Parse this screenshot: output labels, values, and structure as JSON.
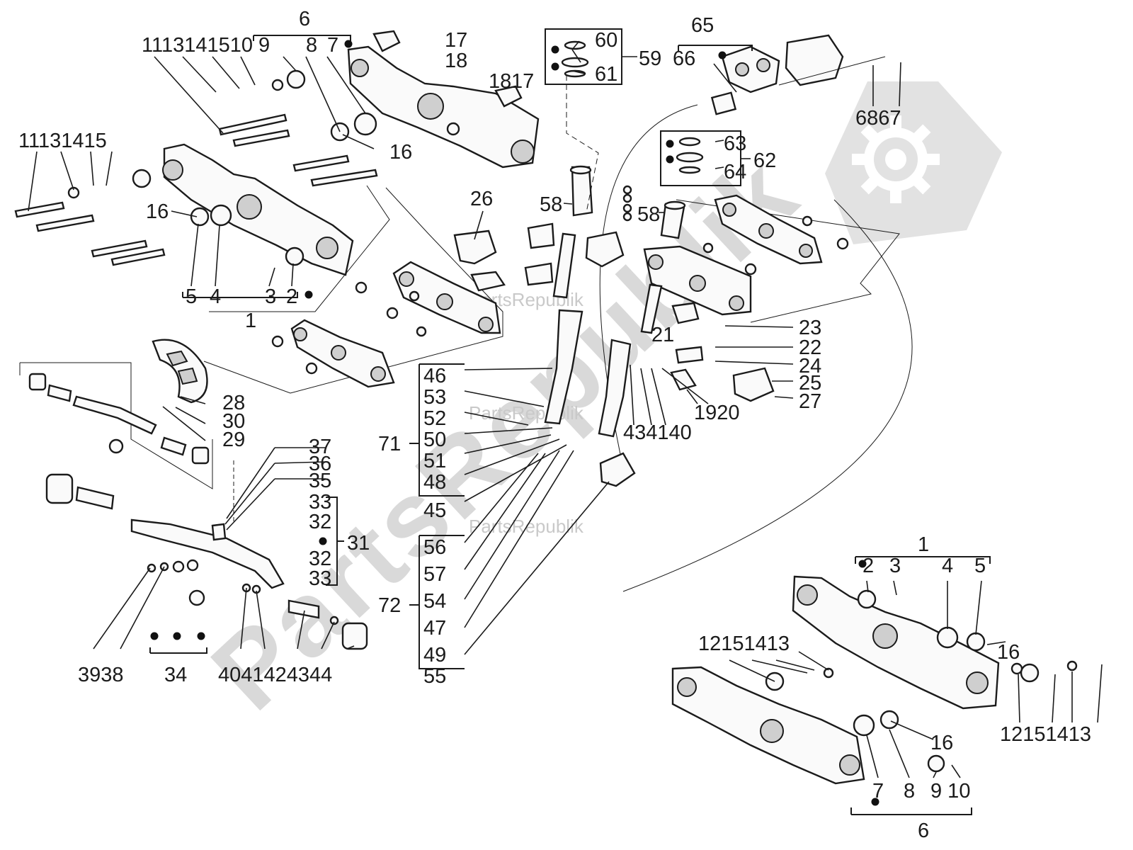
{
  "watermark": {
    "brand_diagonal": "PartsRepublik",
    "brand_small": [
      "PartsRepublik",
      "PartsRepublik",
      "PartsRepublik"
    ]
  },
  "labels": [
    {
      "id": "l6a",
      "text": "6"
    },
    {
      "id": "l11a",
      "text": "1113141510 9"
    },
    {
      "id": "l8a",
      "text": "8"
    },
    {
      "id": "l7a",
      "text": "7"
    },
    {
      "id": "l17a",
      "text": "17"
    },
    {
      "id": "l18a",
      "text": "18"
    },
    {
      "id": "l18b",
      "text": "18"
    },
    {
      "id": "l17b",
      "text": "17"
    },
    {
      "id": "l16a",
      "text": "16"
    },
    {
      "id": "l11b",
      "text": "11131415"
    },
    {
      "id": "l16b",
      "text": "16"
    },
    {
      "id": "l5a",
      "text": "5"
    },
    {
      "id": "l4a",
      "text": "4"
    },
    {
      "id": "l3a",
      "text": "3"
    },
    {
      "id": "l2a",
      "text": "2"
    },
    {
      "id": "l1a",
      "text": "1"
    },
    {
      "id": "l60",
      "text": "60"
    },
    {
      "id": "l61",
      "text": "61"
    },
    {
      "id": "l59",
      "text": "59"
    },
    {
      "id": "l65",
      "text": "65"
    },
    {
      "id": "l66",
      "text": "66"
    },
    {
      "id": "l68",
      "text": "6867"
    },
    {
      "id": "l63",
      "text": "63"
    },
    {
      "id": "l64",
      "text": "64"
    },
    {
      "id": "l62",
      "text": "62"
    },
    {
      "id": "l26",
      "text": "26"
    },
    {
      "id": "l58a",
      "text": "58"
    },
    {
      "id": "l58b",
      "text": "58"
    },
    {
      "id": "l21",
      "text": "21"
    },
    {
      "id": "l23",
      "text": "23"
    },
    {
      "id": "l22",
      "text": "22"
    },
    {
      "id": "l24",
      "text": "24"
    },
    {
      "id": "l25",
      "text": "25"
    },
    {
      "id": "l1920",
      "text": "1920"
    },
    {
      "id": "l27",
      "text": "27"
    },
    {
      "id": "l434140",
      "text": "434140"
    },
    {
      "id": "l28",
      "text": "28"
    },
    {
      "id": "l30",
      "text": "30"
    },
    {
      "id": "l29",
      "text": "29"
    },
    {
      "id": "l46",
      "text": "46"
    },
    {
      "id": "l53",
      "text": "53"
    },
    {
      "id": "l52",
      "text": "52"
    },
    {
      "id": "l71",
      "text": "71"
    },
    {
      "id": "l50",
      "text": "50"
    },
    {
      "id": "l51",
      "text": "51"
    },
    {
      "id": "l48",
      "text": "48"
    },
    {
      "id": "l45",
      "text": "45"
    },
    {
      "id": "l37",
      "text": "37"
    },
    {
      "id": "l36",
      "text": "36"
    },
    {
      "id": "l35",
      "text": "35"
    },
    {
      "id": "l33a",
      "text": "33"
    },
    {
      "id": "l32a",
      "text": "32"
    },
    {
      "id": "l31",
      "text": "31"
    },
    {
      "id": "l32b",
      "text": "32"
    },
    {
      "id": "l33b",
      "text": "33"
    },
    {
      "id": "l56",
      "text": "56"
    },
    {
      "id": "l57",
      "text": "57"
    },
    {
      "id": "l54",
      "text": "54"
    },
    {
      "id": "l72",
      "text": "72"
    },
    {
      "id": "l47",
      "text": "47"
    },
    {
      "id": "l49",
      "text": "49"
    },
    {
      "id": "l55",
      "text": "55"
    },
    {
      "id": "l3938",
      "text": "3938"
    },
    {
      "id": "l34",
      "text": "34"
    },
    {
      "id": "l4041",
      "text": "4041424344"
    },
    {
      "id": "l1b",
      "text": "1"
    },
    {
      "id": "l2b",
      "text": "2"
    },
    {
      "id": "l3b",
      "text": "3"
    },
    {
      "id": "l4b",
      "text": "4"
    },
    {
      "id": "l5b",
      "text": "5"
    },
    {
      "id": "l12a",
      "text": "12151413"
    },
    {
      "id": "l16c",
      "text": "16"
    },
    {
      "id": "l12b",
      "text": "12151413"
    },
    {
      "id": "l16d",
      "text": "16"
    },
    {
      "id": "l7b",
      "text": "7"
    },
    {
      "id": "l8b",
      "text": "8"
    },
    {
      "id": "l910",
      "text": "9 10"
    },
    {
      "id": "l6b",
      "text": "6"
    }
  ]
}
